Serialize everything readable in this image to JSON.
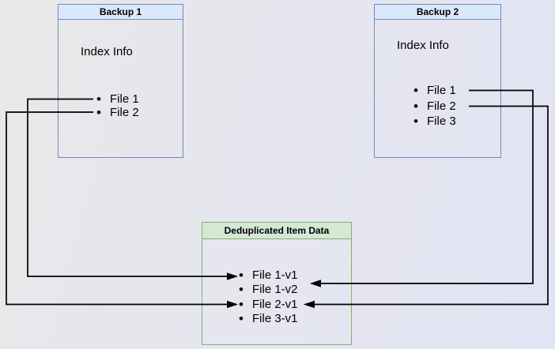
{
  "diagram": {
    "backup1": {
      "title": "Backup 1",
      "section_label": "Index Info",
      "files": [
        "File 1",
        "File 2"
      ]
    },
    "backup2": {
      "title": "Backup 2",
      "section_label": "Index Info",
      "files": [
        "File 1",
        "File 2",
        "File 3"
      ]
    },
    "dedup_store": {
      "title": "Deduplicated Item Data",
      "items": [
        "File 1-v1",
        "File 1-v2",
        "File 2-v1",
        "File 3-v1"
      ]
    },
    "connections": [
      {
        "from": "Backup 1 / File 1",
        "to": "File 1-v1"
      },
      {
        "from": "Backup 1 / File 2",
        "to": "File 2-v1"
      },
      {
        "from": "Backup 2 / File 1",
        "to": "File 1-v2"
      },
      {
        "from": "Backup 2 / File 2",
        "to": "File 2-v1"
      }
    ],
    "colors": {
      "backup_header_fill": "#dbe8fb",
      "backup_border": "#6c8ebf",
      "dedup_header_fill": "#d5e8d4",
      "dedup_border": "#82b366",
      "connector": "#000000",
      "text": "#000000"
    }
  }
}
